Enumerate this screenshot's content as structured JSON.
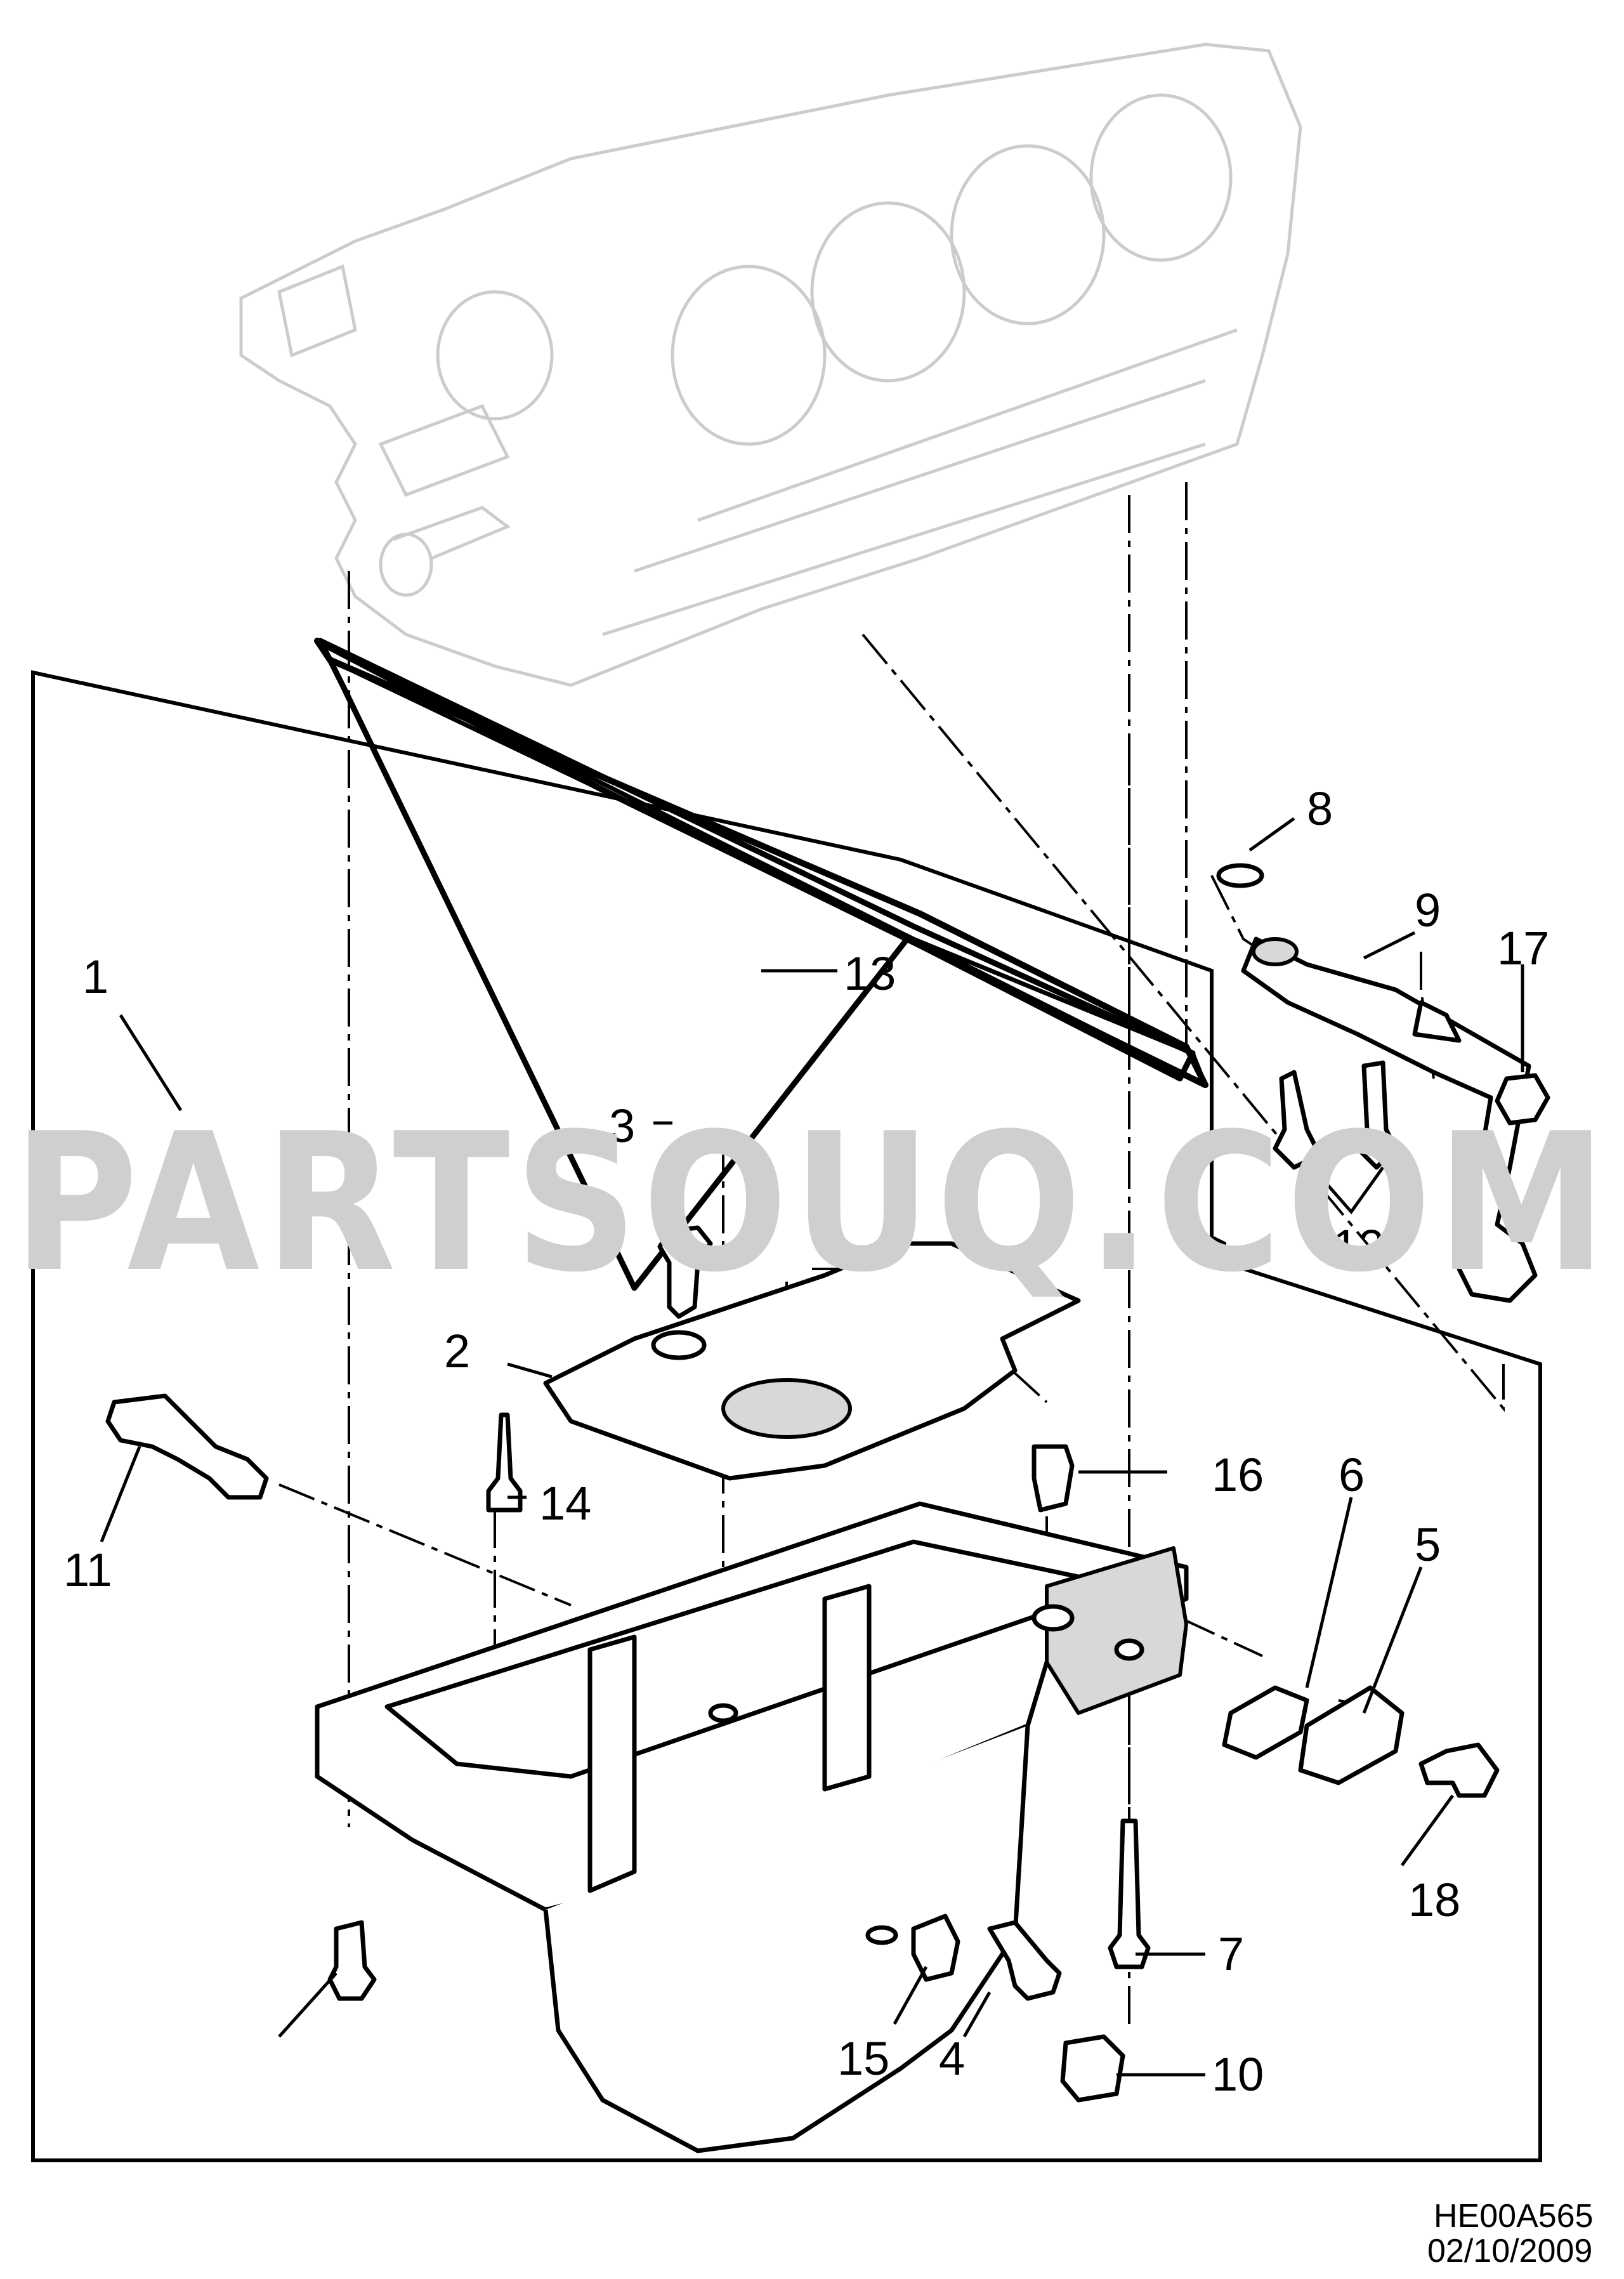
{
  "watermark": "PARTSOUQ.COM",
  "drawing_code": "HE00A565",
  "drawing_date": "02/10/2009",
  "callouts": [
    "1",
    "2",
    "3",
    "4",
    "5",
    "6",
    "7",
    "8",
    "9",
    "10",
    "11",
    "12",
    "13",
    "14",
    "15",
    "16",
    "17",
    "18"
  ]
}
